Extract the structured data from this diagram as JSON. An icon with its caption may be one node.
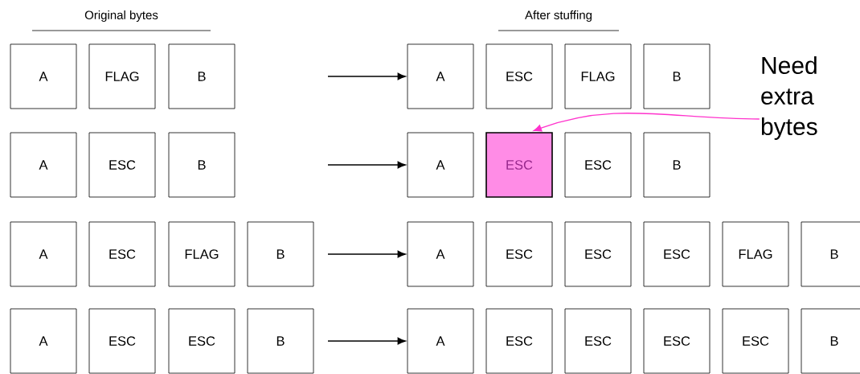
{
  "diagram": {
    "nodes": [
      {
        "text": [
          "A"
        ]
      },
      {
        "text": [
          "FLAG"
        ]
      },
      {
        "text": [
          "B"
        ]
      },
      {
        "text": [
          "A"
        ]
      },
      {
        "text": [
          "ESC"
        ]
      },
      {
        "text": [
          "FLAG"
        ]
      },
      {
        "text": [
          "B"
        ]
      },
      {
        "text": [
          "Need extra bytes"
        ]
      },
      {
        "text": [
          "A"
        ]
      },
      {
        "text": [
          "ESC"
        ]
      },
      {
        "text": [
          "B"
        ]
      },
      {
        "text": [
          "A"
        ]
      },
      {
        "text": [
          "ESC"
        ]
      },
      {
        "text": [
          "ESC"
        ]
      },
      {
        "text": [
          "B"
        ]
      },
      {
        "text": [
          "A"
        ]
      },
      {
        "text": [
          "ESC"
        ]
      },
      {
        "text": [
          "FLAG"
        ]
      },
      {
        "text": [
          "B"
        ]
      },
      {
        "text": [
          "A"
        ]
      },
      {
        "text": [
          "ESC"
        ]
      },
      {
        "text": [
          "ESC"
        ]
      },
      {
        "text": [
          "ESC"
        ]
      },
      {
        "text": [
          "FLAG"
        ]
      },
      {
        "text": [
          "B"
        ]
      },
      {
        "text": [
          "A"
        ]
      },
      {
        "text": [
          "ESC"
        ]
      },
      {
        "text": [
          "ESC"
        ]
      },
      {
        "text": [
          "B"
        ]
      },
      {
        "text": [
          "A"
        ]
      },
      {
        "text": [
          "ESC"
        ]
      },
      {
        "text": [
          "ESC"
        ]
      },
      {
        "text": [
          "ESC"
        ]
      },
      {
        "text": [
          "ESC"
        ]
      },
      {
        "text": [
          "B"
        ]
      }
    ],
    "edges": [
      {
        "from": null,
        "to": 3,
        "arrow": "to"
      },
      {
        "from": null,
        "to": 11,
        "arrow": "to"
      },
      {
        "from": null,
        "to": 19,
        "arrow": "to"
      },
      {
        "from": null,
        "to": 29,
        "arrow": "to"
      },
      {
        "from": 7,
        "to": 12,
        "arrow": "to",
        "color": "#ff33cc"
      }
    ],
    "labels": [
      "Original bytes",
      "After stuffing"
    ]
  }
}
